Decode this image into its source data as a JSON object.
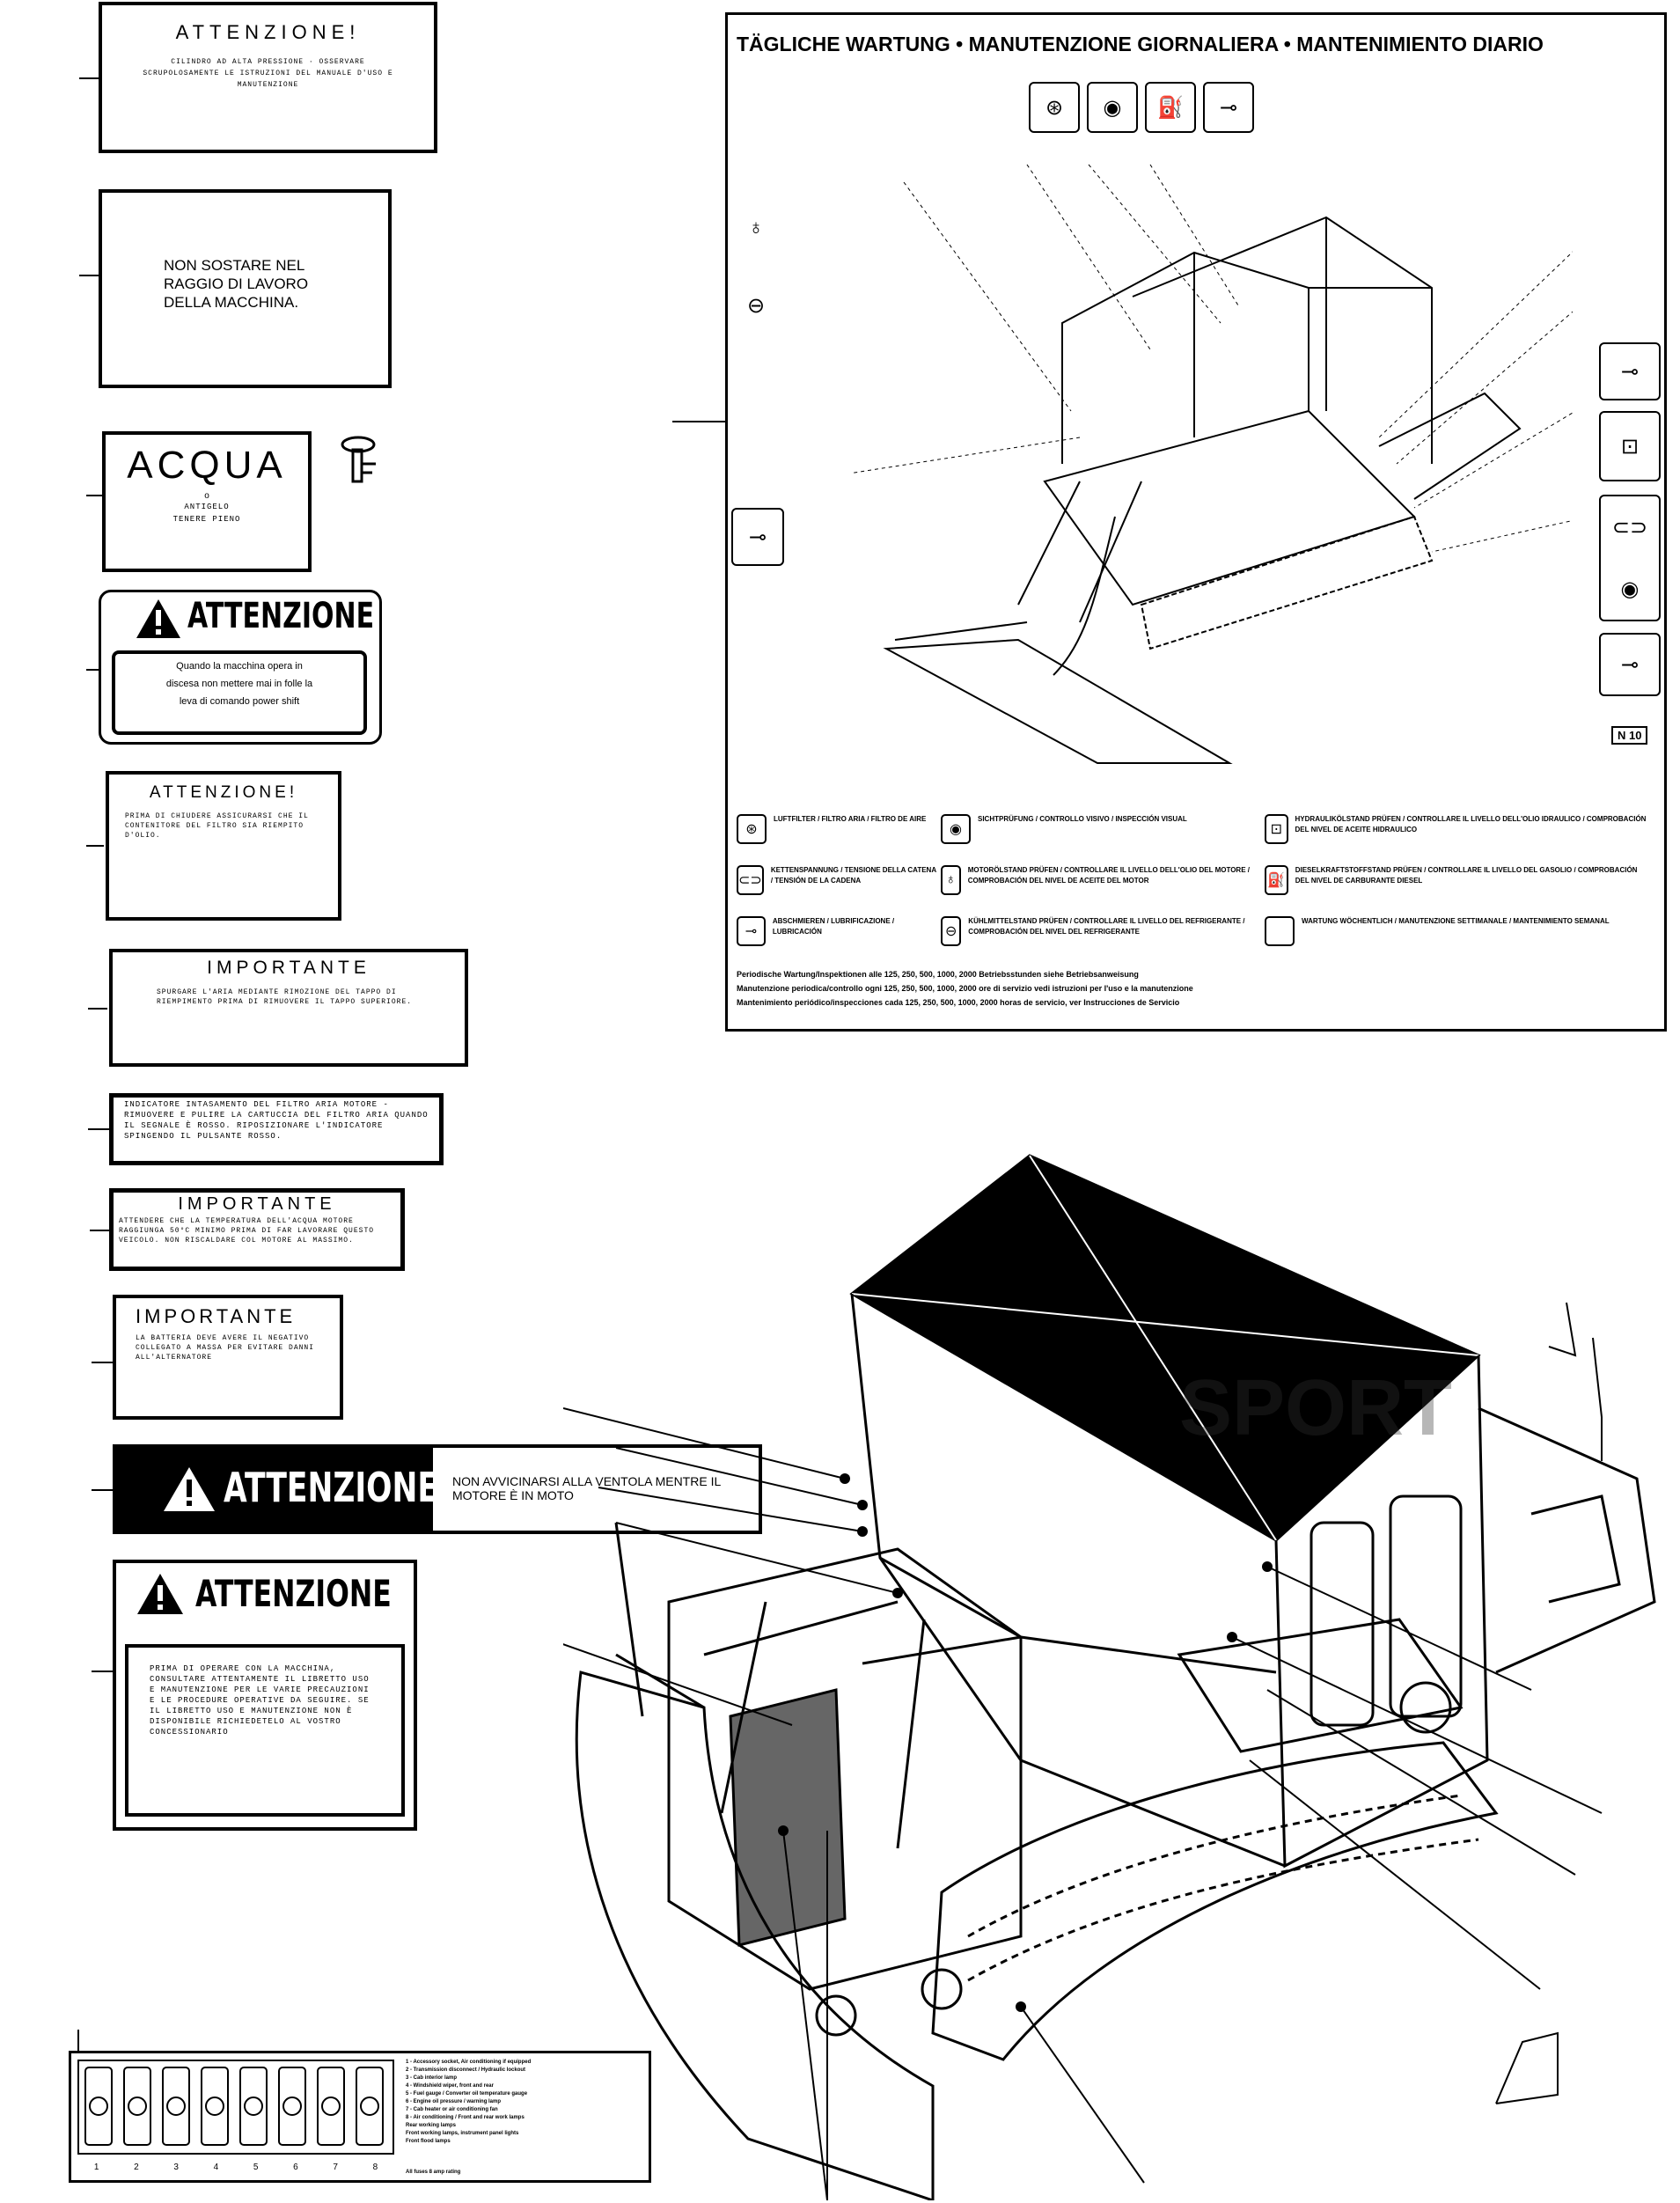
{
  "labels": {
    "l1": {
      "title": "ATTENZIONE!",
      "text": "CILINDRO AD ALTA PRESSIONE · OSSERVARE SCRUPOLOSAMENTE LE ISTRUZIONI DEL MANUALE D'USO E MANUTENZIONE"
    },
    "l2": {
      "text": "NON SOSTARE NEL RAGGIO DI LAVORO DELLA MACCHINA."
    },
    "l3": {
      "title": "ACQUA",
      "line2": "o",
      "line3": "ANTIGELO",
      "line4": "TENERE PIENO"
    },
    "l4": {
      "title": "ATTENZIONE",
      "text": "Quando la macchina opera in discesa non mettere mai in folle la leva di comando power shift"
    },
    "l5": {
      "title": "ATTENZIONE!",
      "text": "PRIMA DI CHIUDERE ASSICURARSI CHE IL CONTENITORE DEL FILTRO SIA RIEMPITO D'OLIO."
    },
    "l6": {
      "title": "IMPORTANTE",
      "text": "SPURGARE L'ARIA MEDIANTE RIMOZIONE DEL TAPPO DI RIEMPIMENTO PRIMA DI RIMUOVERE IL TAPPO SUPERIORE."
    },
    "l7": {
      "text": "INDICATORE INTASAMENTO DEL FILTRO ARIA MOTORE - RIMUOVERE E PULIRE LA CARTUCCIA DEL FILTRO ARIA QUANDO IL SEGNALE È ROSSO. RIPOSIZIONARE L'INDICATORE SPINGENDO IL PULSANTE ROSSO."
    },
    "l8": {
      "title": "IMPORTANTE",
      "text": "ATTENDERE CHE LA TEMPERATURA DELL'ACQUA MOTORE RAGGIUNGA 50°C MINIMO PRIMA DI FAR LAVORARE QUESTO VEICOLO. NON RISCALDARE COL MOTORE AL MASSIMO."
    },
    "l9": {
      "title": "IMPORTANTE",
      "text": "LA BATTERIA DEVE AVERE IL NEGATIVO COLLEGATO A MASSA PER EVITARE DANNI ALL'ALTERNATORE"
    },
    "l10": {
      "title": "ATTENZIONE",
      "text": "NON AVVICINARSI ALLA VENTOLA MENTRE IL MOTORE È IN MOTO"
    },
    "l11": {
      "title": "ATTENZIONE",
      "text": "PRIMA DI OPERARE CON LA MACCHINA, CONSULTARE ATTENTAMENTE IL LIBRETTO USO E MANUTENZIONE PER LE VARIE PRECAUZIONI E LE PROCEDURE OPERATIVE DA SEGUIRE. SE IL LIBRETTO USO E MANUTENZIONE NON È DISPONIBILE RICHIEDETELO AL VOSTRO CONCESSIONARIO"
    }
  },
  "maintenance_chart": {
    "title": "TÄGLICHE WARTUNG • MANUTENZIONE GIORNALIERA • MANTENIMIENTO DIARIO",
    "code": "N 10",
    "legend": [
      {
        "icon": "air-filter-icon",
        "glyph": "⊛",
        "text": "LUFTFILTER / FILTRO ARIA / FILTRO DE AIRE"
      },
      {
        "icon": "eye-icon",
        "glyph": "◉",
        "text": "SICHTPRÜFUNG / CONTROLLO VISIVO / INSPECCIÓN VISUAL"
      },
      {
        "icon": "hydraulic-level-icon",
        "glyph": "⊡",
        "text": "HYDRAULIKÖLSTAND PRÜFEN / CONTROLLARE IL LIVELLO DELL'OLIO IDRAULICO / COMPROBACIÓN DEL NIVEL DE ACEITE HIDRAULICO"
      },
      {
        "icon": "chain-tension-icon",
        "glyph": "⊂⊃",
        "text": "KETTENSPANNUNG / TENSIONE DELLA CATENA / TENSIÓN DE LA CADENA"
      },
      {
        "icon": "engine-oil-icon",
        "glyph": "♁",
        "text": "MOTORÖLSTAND PRÜFEN / CONTROLLARE IL LIVELLO DELL'OLIO DEL MOTORE / COMPROBACIÓN DEL NIVEL DE ACEITE DEL MOTOR"
      },
      {
        "icon": "fuel-icon",
        "glyph": "⛽",
        "text": "DIESELKRAFTSTOFFSTAND PRÜFEN / CONTROLLARE IL LIVELLO DEL GASOLIO / COMPROBACIÓN DEL NIVEL DE CARBURANTE DIESEL"
      },
      {
        "icon": "grease-icon",
        "glyph": "⊸",
        "text": "ABSCHMIEREN / LUBRIFICAZIONE / LUBRICACIÓN"
      },
      {
        "icon": "coolant-icon",
        "glyph": "⊖",
        "text": "KÜHLMITTELSTAND PRÜFEN / CONTROLLARE IL LIVELLO DEL REFRIGERANTE / COMPROBACIÓN DEL NIVEL DEL REFRIGERANTE"
      },
      {
        "icon": "weekly-icon",
        "glyph": "",
        "text": "WARTUNG WÖCHENTLICH / MANUTENZIONE SETTIMANALE / MANTENIMIENTO SEMANAL"
      }
    ],
    "footer": [
      "Periodische Wartung/Inspektionen alle 125, 250, 500, 1000, 2000 Betriebsstunden siehe Betriebsanweisung",
      "Manutenzione periodica/controllo ogni 125, 250, 500, 1000, 2000 ore di servizio vedi istruzioni per l'uso e la manutenzione",
      "Mantenimiento periódico/inspecciones cada 125, 250, 500, 1000, 2000 horas de servicio, ver Instrucciones de Servicio"
    ]
  },
  "switch_panel": {
    "numbers": [
      "1",
      "2",
      "3",
      "4",
      "5",
      "6",
      "7",
      "8"
    ],
    "lines": [
      "1 - Accessory socket, Air conditioning if equipped",
      "2 - Transmission disconnect / Hydraulic lockout",
      "3 - Cab interior lamp",
      "4 - Windshield wiper, front and rear",
      "5 - Fuel gauge / Converter oil temperature gauge",
      "6 - Engine oil pressure / warning lamp",
      "7 - Cab heater or air conditioning fan",
      "8 - Air conditioning / Front and rear work lamps",
      "Rear working lamps",
      "Front working lamps, instrument panel lights",
      "Front flood lamps"
    ],
    "footer": "All fuses 8 amp rating"
  },
  "watermark": "SPORT"
}
